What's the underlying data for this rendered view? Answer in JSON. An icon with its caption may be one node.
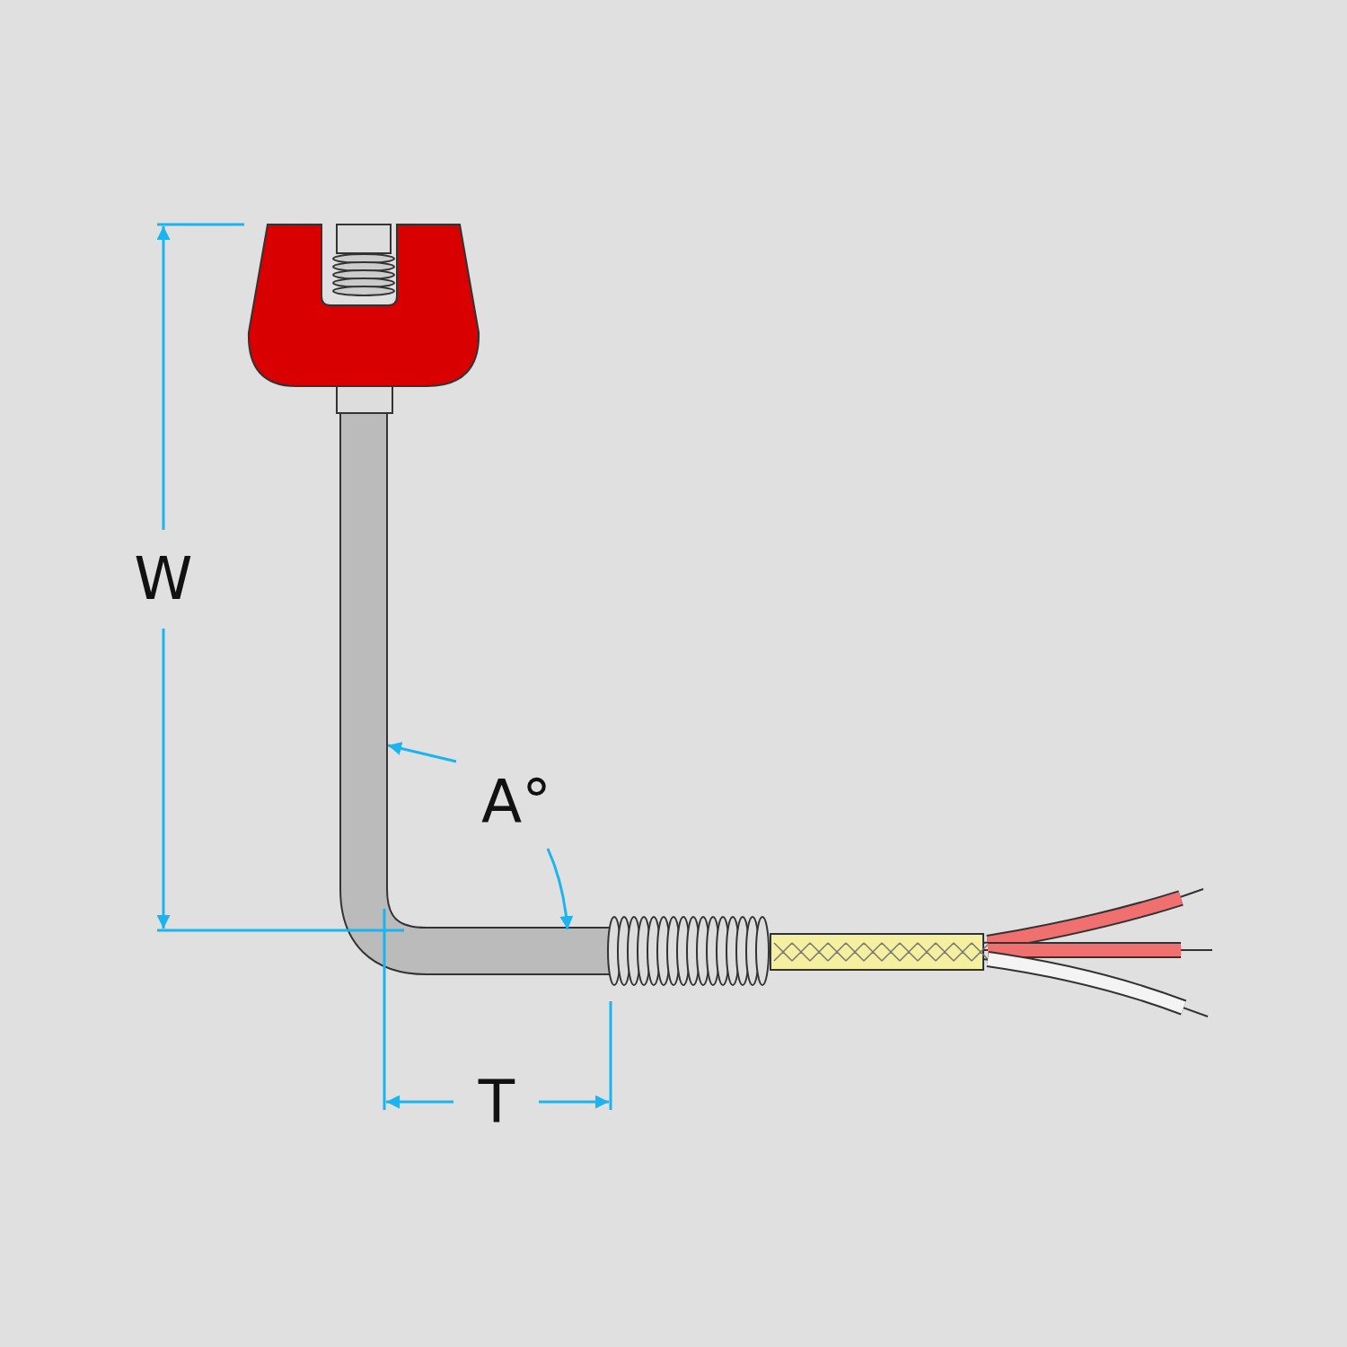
{
  "diagram": {
    "labels": [
      "W",
      "A°",
      "T"
    ]
  }
}
